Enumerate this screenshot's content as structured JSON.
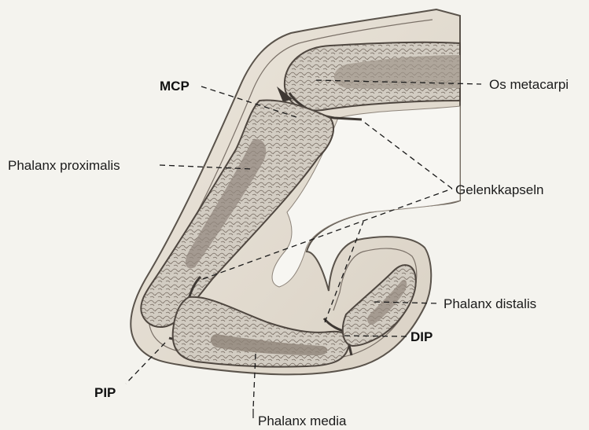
{
  "labels": {
    "mcp": "MCP",
    "os_metacarpi": "Os metacarpi",
    "phalanx_proximalis": "Phalanx proximalis",
    "gelenkkapseln": "Gelenkkapseln",
    "phalanx_distalis": "Phalanx distalis",
    "dip": "DIP",
    "pip": "PIP",
    "phalanx_media": "Phalanx media"
  },
  "colors": {
    "background": "#f4f3ee",
    "skin_fill": "#e7e1d6",
    "skin_outline": "#5a534b",
    "bone_fill": "#bdb5aa",
    "bone_dark": "#8a7f74",
    "cavity": "#f7f6f2",
    "text": "#1b1b1b"
  }
}
